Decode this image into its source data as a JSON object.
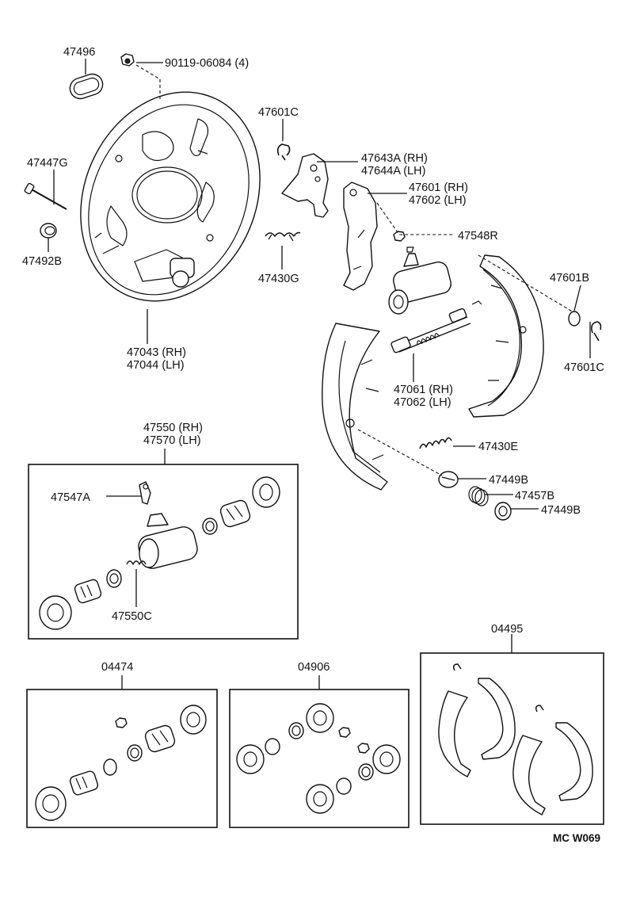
{
  "labels": {
    "p47496": "47496",
    "p90119": "90119-06084 (4)",
    "p47447g": "47447G",
    "p47492b": "47492B",
    "p47601c_top": "47601C",
    "p47430g": "47430G",
    "p47643a": "47643A (RH)",
    "p47644a": "47644A (LH)",
    "p47601": "47601 (RH)",
    "p47602": "47602 (LH)",
    "p47548r": "47548R",
    "p47601b": "47601B",
    "p47601c_right": "47601C",
    "p47043": "47043 (RH)",
    "p47044": "47044 (LH)",
    "p47061": "47061 (RH)",
    "p47062": "47062 (LH)",
    "p47430e": "47430E",
    "p47449b_a": "47449B",
    "p47457b": "47457B",
    "p47449b_b": "47449B",
    "p47550": "47550 (RH)",
    "p47570": "47570 (LH)",
    "p47547a": "47547A",
    "p47550c": "47550C",
    "kit04474": "04474",
    "kit04906": "04906",
    "kit04495": "04495",
    "diagram_code": "MC W069"
  }
}
